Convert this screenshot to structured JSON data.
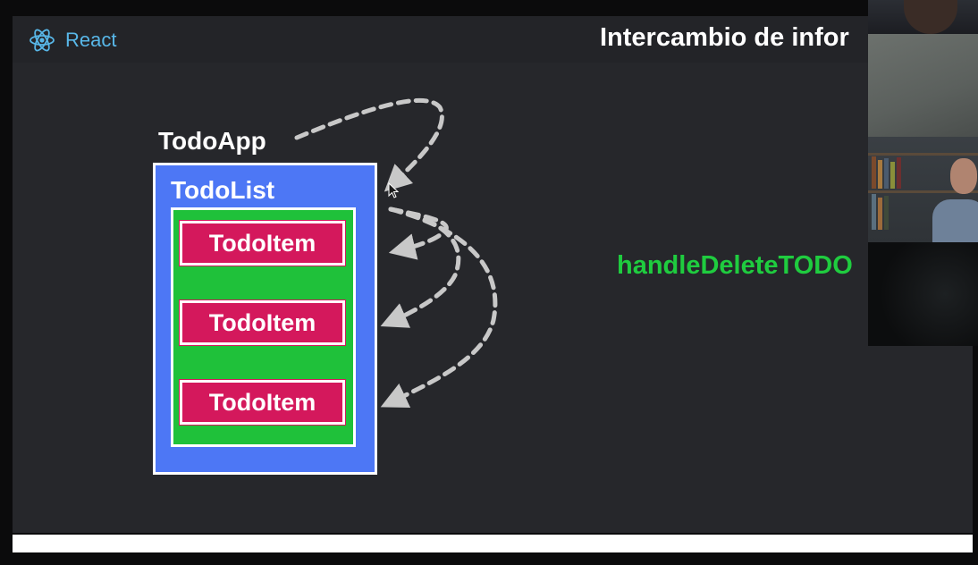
{
  "header": {
    "brand": "React",
    "title": "Intercambio de infor"
  },
  "diagram": {
    "parent": "TodoApp",
    "list": "TodoList",
    "items": [
      "TodoItem",
      "TodoItem",
      "TodoItem"
    ],
    "handler": "handleDeleteTODO"
  },
  "colors": {
    "slide_bg": "#26272b",
    "react_accent": "#58b7e8",
    "list_blue": "#4d77f5",
    "items_green": "#1fc13a",
    "item_pink": "#d4185c",
    "handler_green": "#1fcc3f",
    "arrow_gray": "#c8c8c8"
  },
  "icons": {
    "brand": "react-atom-icon",
    "pointer": "cursor-arrow-icon"
  }
}
